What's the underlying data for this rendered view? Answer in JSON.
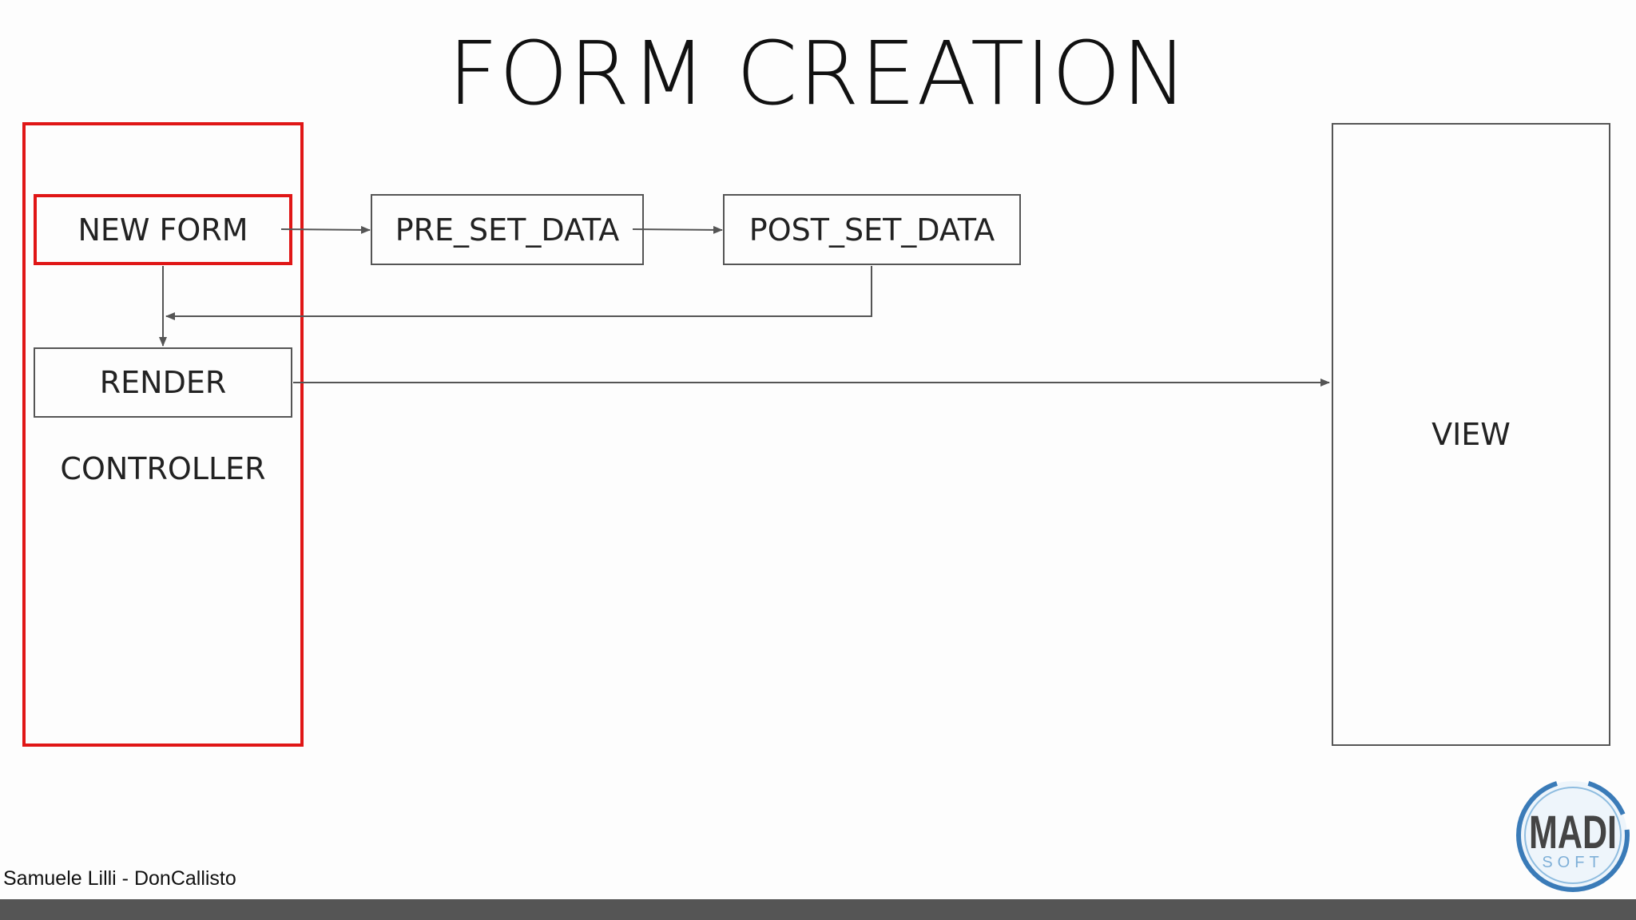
{
  "slide": {
    "title": "FORM CREATION",
    "author": "Samuele Lilli - DonCallisto"
  },
  "diagram": {
    "controller_label": "CONTROLLER",
    "new_form": "NEW FORM",
    "render": "RENDER",
    "pre_set_data": "PRE_SET_DATA",
    "post_set_data": "POST_SET_DATA",
    "view": "VIEW",
    "highlight_color": "#e01616",
    "line_color": "#555555"
  },
  "logo": {
    "text_main": "MADI",
    "text_sub": "SOFT"
  }
}
